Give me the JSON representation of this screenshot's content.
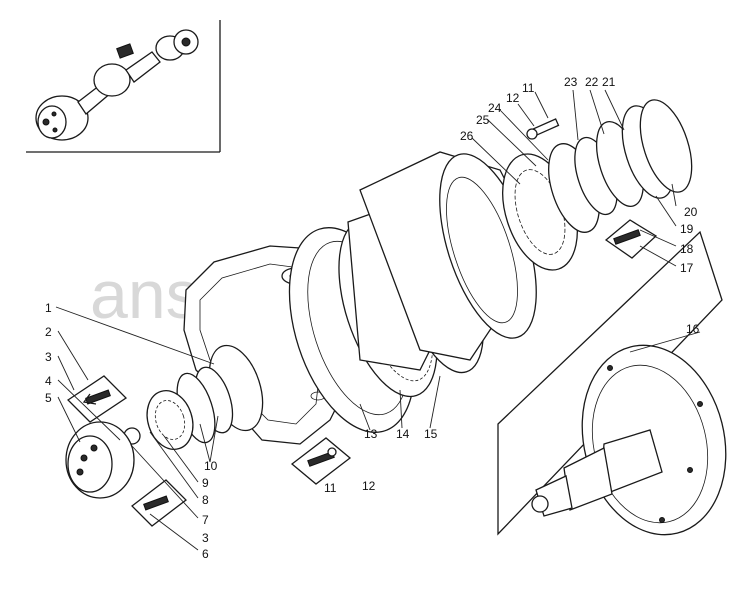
{
  "watermark": "ansat-parts.ru",
  "callouts": {
    "c1": "1",
    "c2": "2",
    "c3a": "3",
    "c4": "4",
    "c5": "5",
    "c6": "6",
    "c7": "7",
    "c8": "8",
    "c9": "9",
    "c10": "10",
    "c11a": "11",
    "c12a": "12",
    "c13": "13",
    "c14": "14",
    "c15": "15",
    "c16": "16",
    "c17": "17",
    "c18": "18",
    "c19": "19",
    "c20": "20",
    "c21": "21",
    "c22": "22",
    "c23": "23",
    "c24": "24",
    "c25": "25",
    "c26": "26",
    "c11b": "11",
    "c12b": "12",
    "c3b": "3"
  }
}
